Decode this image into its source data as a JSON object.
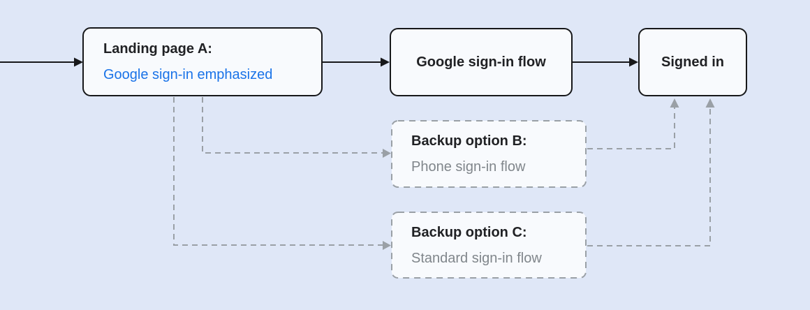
{
  "diagram": {
    "nodes": {
      "landing_page_a": {
        "title": "Landing page A:",
        "subtitle": "Google sign-in emphasized"
      },
      "google_sign_in_flow": {
        "label": "Google sign-in flow"
      },
      "signed_in": {
        "label": "Signed in"
      },
      "backup_option_b": {
        "title": "Backup option B:",
        "subtitle": "Phone sign-in flow"
      },
      "backup_option_c": {
        "title": "Backup option C:",
        "subtitle": "Standard sign-in flow"
      }
    },
    "edges": [
      {
        "from": "start",
        "to": "landing_page_a",
        "style": "solid"
      },
      {
        "from": "landing_page_a",
        "to": "google_sign_in_flow",
        "style": "solid"
      },
      {
        "from": "google_sign_in_flow",
        "to": "signed_in",
        "style": "solid"
      },
      {
        "from": "landing_page_a",
        "to": "backup_option_b",
        "style": "dashed"
      },
      {
        "from": "landing_page_a",
        "to": "backup_option_c",
        "style": "dashed"
      },
      {
        "from": "backup_option_b",
        "to": "signed_in",
        "style": "dashed"
      },
      {
        "from": "backup_option_c",
        "to": "signed_in",
        "style": "dashed"
      }
    ],
    "colors": {
      "background": "#dfe7f7",
      "node_fill": "#f8fafd",
      "solid_border": "#17181a",
      "solid_arrow": "#17181a",
      "dashed_line": "#9aa0a6",
      "title_text": "#202124",
      "accent_blue": "#1a73e8",
      "muted_gray_text": "#80868b"
    }
  }
}
